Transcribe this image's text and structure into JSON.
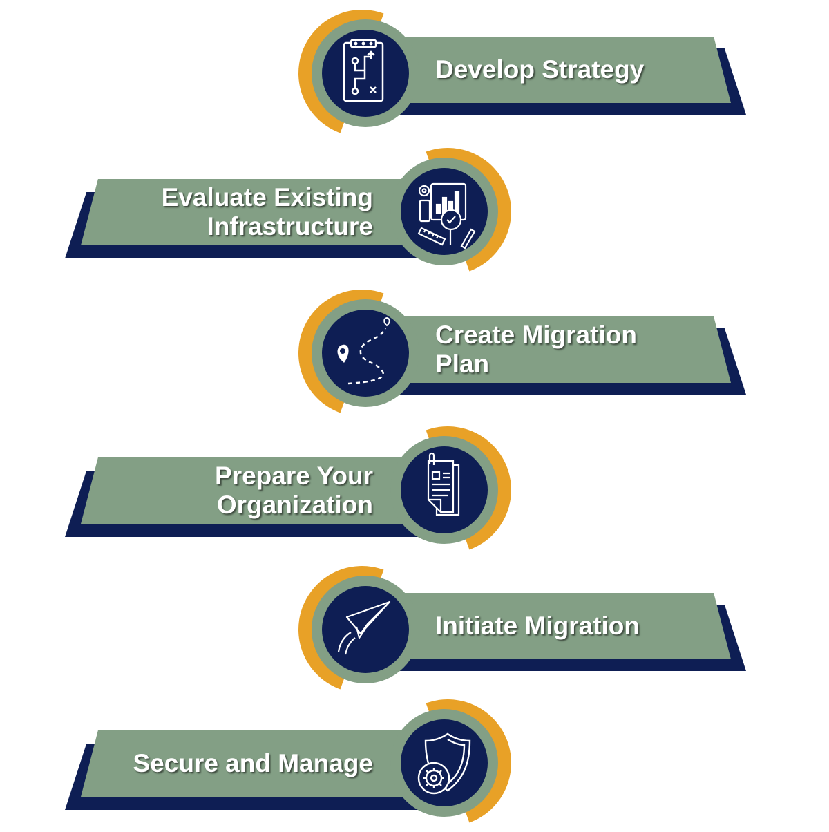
{
  "colors": {
    "orange": "#e8a127",
    "sage": "#839f85",
    "navy": "#0e1e54",
    "white": "#ffffff"
  },
  "steps": [
    {
      "lines": [
        "Develop Strategy"
      ],
      "icon": "strategy-board-icon"
    },
    {
      "lines": [
        "Evaluate Existing",
        "Infrastructure"
      ],
      "icon": "analysis-report-icon"
    },
    {
      "lines": [
        "Create Migration",
        "Plan"
      ],
      "icon": "route-map-icon"
    },
    {
      "lines": [
        "Prepare Your",
        "Organization"
      ],
      "icon": "documents-icon"
    },
    {
      "lines": [
        "Initiate Migration"
      ],
      "icon": "paper-plane-icon"
    },
    {
      "lines": [
        "Secure and Manage"
      ],
      "icon": "shield-gear-icon"
    }
  ]
}
